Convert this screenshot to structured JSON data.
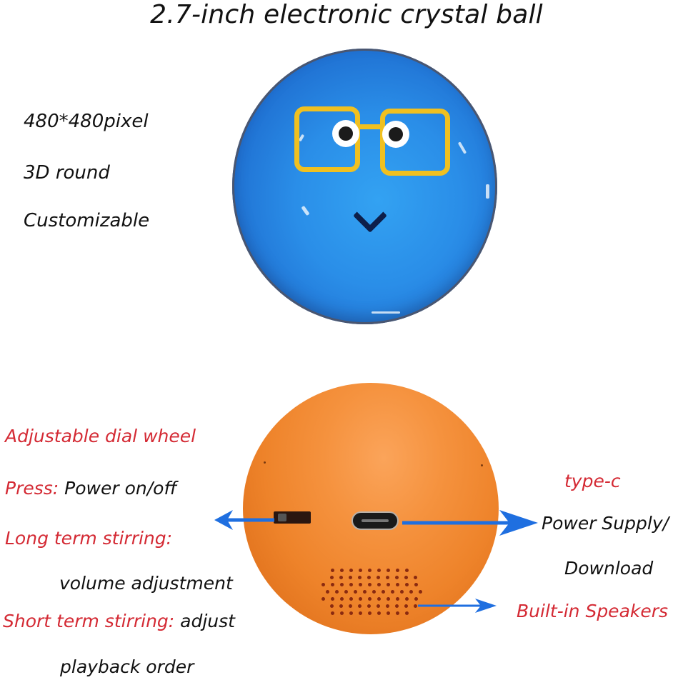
{
  "title": "2.7-inch electronic crystal ball",
  "specs": [
    "480*480pixel",
    "3D round",
    "Customizable"
  ],
  "top_product": {
    "name": "blue-crystal-ball-display",
    "face": {
      "glasses_color": "#f0c020",
      "ball_color": "#2a8ee8",
      "mouth": "chevron-down"
    }
  },
  "bottom_product": {
    "name": "orange-ball-back",
    "color": "#ee832a"
  },
  "left_callouts": {
    "dial_heading": "Adjustable dial wheel",
    "press_label": "Press:",
    "press_value": "Power on/off",
    "long_label": "Long term stirring:",
    "long_value": "volume adjustment",
    "short_label": "Short term stirring:",
    "short_value": "adjust",
    "short_value_cont": "playback order"
  },
  "right_callouts": {
    "port_heading": "type-c",
    "port_value_1": "Power Supply/",
    "port_value_2": "Download",
    "speaker_label": "Built-in Speakers"
  },
  "colors": {
    "accent_red": "#d42a34",
    "arrow_blue": "#1f6fe0",
    "text": "#111111"
  }
}
